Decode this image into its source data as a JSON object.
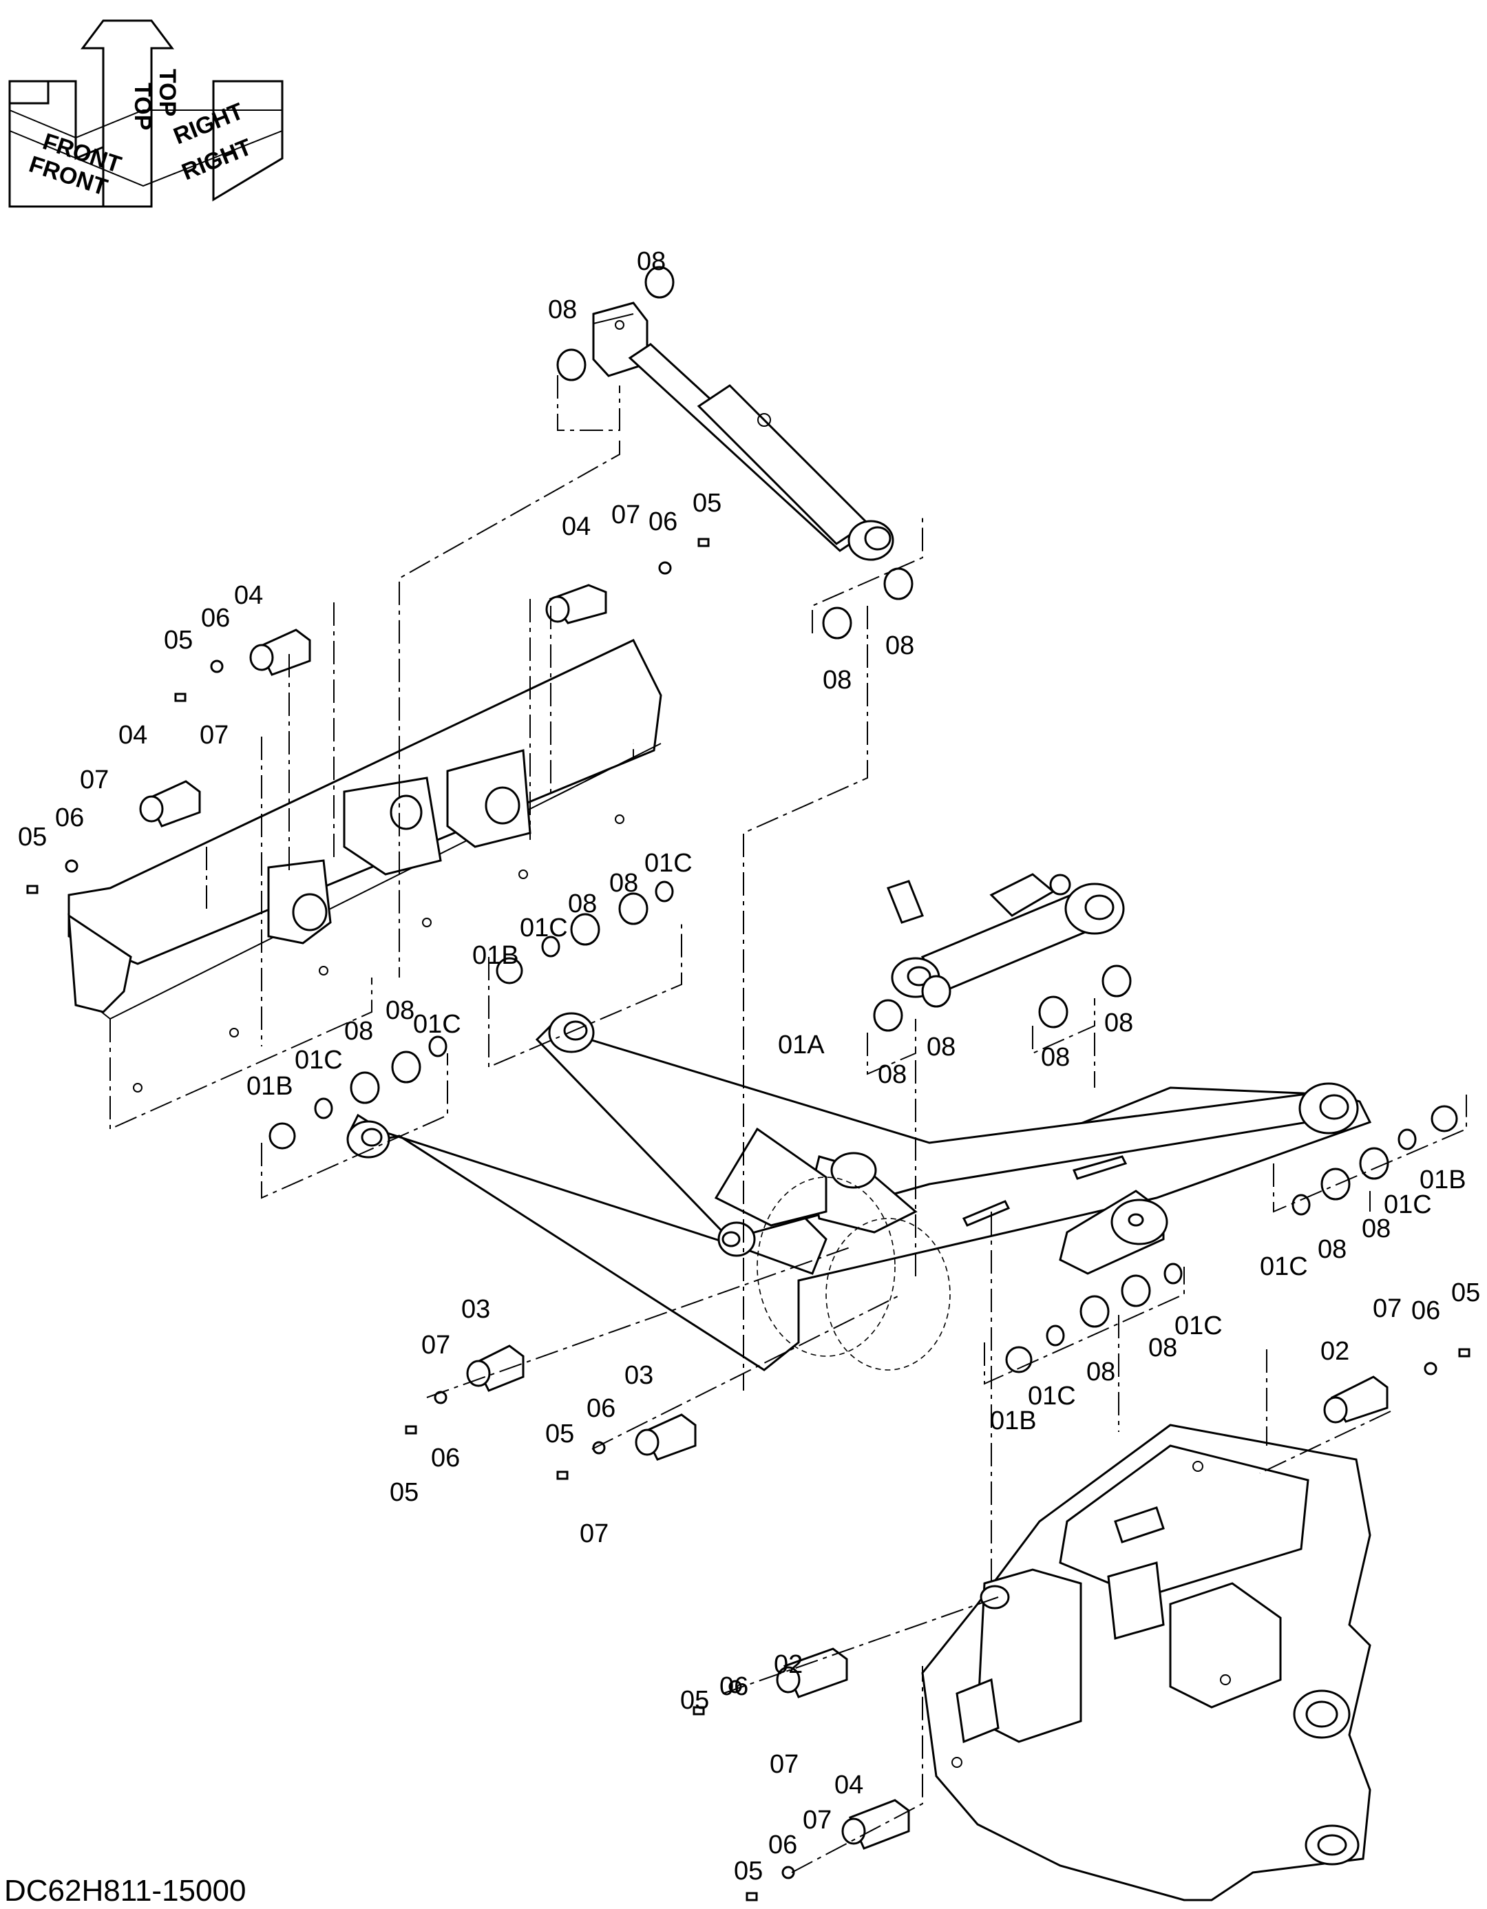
{
  "orientation": {
    "front": "FRONT",
    "top": "TOP",
    "right": "RIGHT"
  },
  "drawing_number": "DC62H811-15000",
  "callouts": [
    {
      "id": "c-08a",
      "text": "08"
    },
    {
      "id": "c-08b",
      "text": "08"
    },
    {
      "id": "c-04a",
      "text": "04"
    },
    {
      "id": "c-07a",
      "text": "07"
    },
    {
      "id": "c-06a",
      "text": "06"
    },
    {
      "id": "c-05a",
      "text": "05"
    },
    {
      "id": "c-04b",
      "text": "04"
    },
    {
      "id": "c-06b",
      "text": "06"
    },
    {
      "id": "c-05b",
      "text": "05"
    },
    {
      "id": "c-07b",
      "text": "07"
    },
    {
      "id": "c-08c",
      "text": "08"
    },
    {
      "id": "c-08d",
      "text": "08"
    },
    {
      "id": "c-04c",
      "text": "04"
    },
    {
      "id": "c-07c",
      "text": "07"
    },
    {
      "id": "c-06c",
      "text": "06"
    },
    {
      "id": "c-05c",
      "text": "05"
    },
    {
      "id": "c-01Ca",
      "text": "01C"
    },
    {
      "id": "c-08e",
      "text": "08"
    },
    {
      "id": "c-01Cb",
      "text": "01C"
    },
    {
      "id": "c-08f",
      "text": "08"
    },
    {
      "id": "c-01Ba",
      "text": "01B"
    },
    {
      "id": "c-08g",
      "text": "08"
    },
    {
      "id": "c-08h",
      "text": "08"
    },
    {
      "id": "c-08i",
      "text": "08"
    },
    {
      "id": "c-08j",
      "text": "08"
    },
    {
      "id": "c-01Cc",
      "text": "01C"
    },
    {
      "id": "c-08k",
      "text": "08"
    },
    {
      "id": "c-08l",
      "text": "08"
    },
    {
      "id": "c-01Cd",
      "text": "01C"
    },
    {
      "id": "c-01Bb",
      "text": "01B"
    },
    {
      "id": "c-01A",
      "text": "01A"
    },
    {
      "id": "c-01Bc",
      "text": "01B"
    },
    {
      "id": "c-01Ce",
      "text": "01C"
    },
    {
      "id": "c-08m",
      "text": "08"
    },
    {
      "id": "c-08n",
      "text": "08"
    },
    {
      "id": "c-01Cf",
      "text": "01C"
    },
    {
      "id": "c-03a",
      "text": "03"
    },
    {
      "id": "c-07d",
      "text": "07"
    },
    {
      "id": "c-06d",
      "text": "06"
    },
    {
      "id": "c-05d",
      "text": "05"
    },
    {
      "id": "c-03b",
      "text": "03"
    },
    {
      "id": "c-06e",
      "text": "06"
    },
    {
      "id": "c-05e",
      "text": "05"
    },
    {
      "id": "c-07e",
      "text": "07"
    },
    {
      "id": "c-01Cg",
      "text": "01C"
    },
    {
      "id": "c-08o",
      "text": "08"
    },
    {
      "id": "c-08p",
      "text": "08"
    },
    {
      "id": "c-01Ch",
      "text": "01C"
    },
    {
      "id": "c-01Bd",
      "text": "01B"
    },
    {
      "id": "c-02a",
      "text": "02"
    },
    {
      "id": "c-07f",
      "text": "07"
    },
    {
      "id": "c-06f",
      "text": "06"
    },
    {
      "id": "c-05f",
      "text": "05"
    },
    {
      "id": "c-02b",
      "text": "02"
    },
    {
      "id": "c-05g",
      "text": "05"
    },
    {
      "id": "c-06g",
      "text": "06"
    },
    {
      "id": "c-07g",
      "text": "07"
    },
    {
      "id": "c-04d",
      "text": "04"
    },
    {
      "id": "c-07h",
      "text": "07"
    },
    {
      "id": "c-06h",
      "text": "06"
    },
    {
      "id": "c-05h",
      "text": "05"
    }
  ]
}
